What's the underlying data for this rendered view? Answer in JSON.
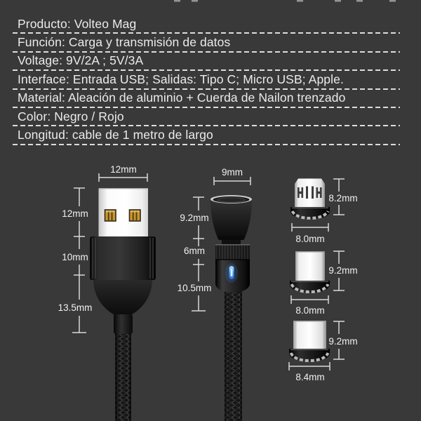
{
  "page": {
    "background_color": "#393939",
    "text_color": "#ebebeb",
    "dimension_line_color": "#d9d9d9"
  },
  "specs": {
    "rows": [
      {
        "text": "Producto: Volteo Mag"
      },
      {
        "text": "Función: Carga y transmisión de datos"
      },
      {
        "text": "Voltage: 9V/2A ; 5V/3A"
      },
      {
        "text": "Interface: Entrada USB; Salidas: Tipo C; Micro USB; Apple."
      },
      {
        "text": "Material: Aleación de aluminio + Cuerda de Nailon trenzado"
      },
      {
        "text": "Color: Negro / Rojo"
      },
      {
        "text": "Longitud: cable de 1 metro de largo"
      }
    ]
  },
  "diagram": {
    "usb_a": {
      "width_label": "12mm",
      "segments": [
        "12mm",
        "10mm",
        "13.5mm"
      ]
    },
    "swivel_connector": {
      "width_label": "9mm",
      "segments": [
        "9.2mm",
        "6mm",
        "10.5mm"
      ],
      "led_color": "#3f8cff"
    },
    "tips": [
      {
        "height": "8.2mm",
        "width": "8.0mm"
      },
      {
        "height": "9.2mm",
        "width": "8.0mm"
      },
      {
        "height": "9.2mm",
        "width": "8.4mm"
      }
    ]
  }
}
